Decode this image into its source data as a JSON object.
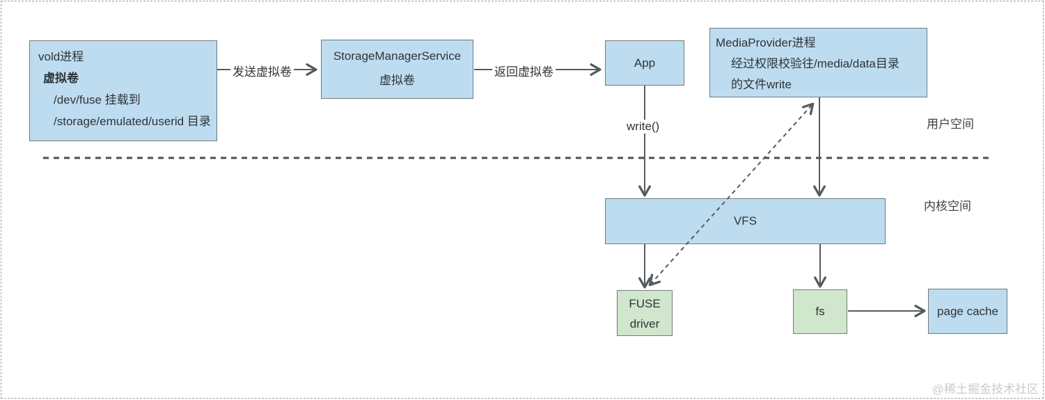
{
  "nodes": {
    "vold": {
      "lines": [
        "vold进程",
        "虚拟卷",
        "/dev/fuse 挂载到",
        "/storage/emulated/userid 目录"
      ]
    },
    "storage_manager": {
      "lines": [
        "StorageManagerService",
        "虚拟卷"
      ]
    },
    "app": {
      "label": "App"
    },
    "media_provider": {
      "lines": [
        "MediaProvider进程",
        "经过权限校验往/media/data目录",
        "的文件write"
      ]
    },
    "vfs": {
      "label": "VFS"
    },
    "fuse_driver": {
      "lines": [
        "FUSE",
        "driver"
      ]
    },
    "fs": {
      "label": "fs"
    },
    "page_cache": {
      "label": "page cache"
    }
  },
  "edges": {
    "send_label": "发送虚拟卷",
    "return_label": "返回虚拟卷",
    "write_label": "write()"
  },
  "regions": {
    "user_space": "用户空间",
    "kernel_space": "内核空间"
  },
  "watermark": "@稀土掘金技术社区",
  "colors": {
    "node_blue": "#bddcf0",
    "node_green": "#d0e6cd",
    "node_border": "#72797c",
    "arrow": "#545b5e"
  }
}
